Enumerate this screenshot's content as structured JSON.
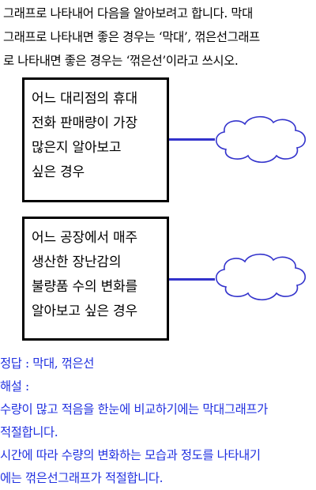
{
  "question": {
    "lines": [
      "그래프로 나타내어 다음을 알아보려고 합니다. 막대",
      "그래프로 나타내면 좋은 경우는 ‘막대’, 꺾은선그래프",
      "로 나타내면 좋은 경우는 ‘꺾은선’이라고 쓰시오."
    ]
  },
  "items": [
    {
      "lines": [
        "어느 대리점의 휴대",
        "전화 판매량이 가장",
        "많은지 알아보고",
        "싶은 경우"
      ]
    },
    {
      "lines": [
        "어느 공장에서 매주",
        "생산한 장난감의",
        "불량품 수의 변화를",
        "알아보고 싶은 경우"
      ]
    }
  ],
  "answer": {
    "answer_line": "정답 : 막대, 꺾은선",
    "explanation_label": "해설 :",
    "explanation_lines": [
      "수량이 많고 적음을 한눈에 비교하기에는 막대그래프가",
      "적절합니다.",
      "시간에 따라 수량의 변화하는 모습과 정도를 나타내기",
      "에는 꺾은선그래프가 적절합니다."
    ]
  },
  "colors": {
    "answer_text": "#2030e0",
    "connector": "#3333cc",
    "cloud_outline": "#3333cc"
  }
}
